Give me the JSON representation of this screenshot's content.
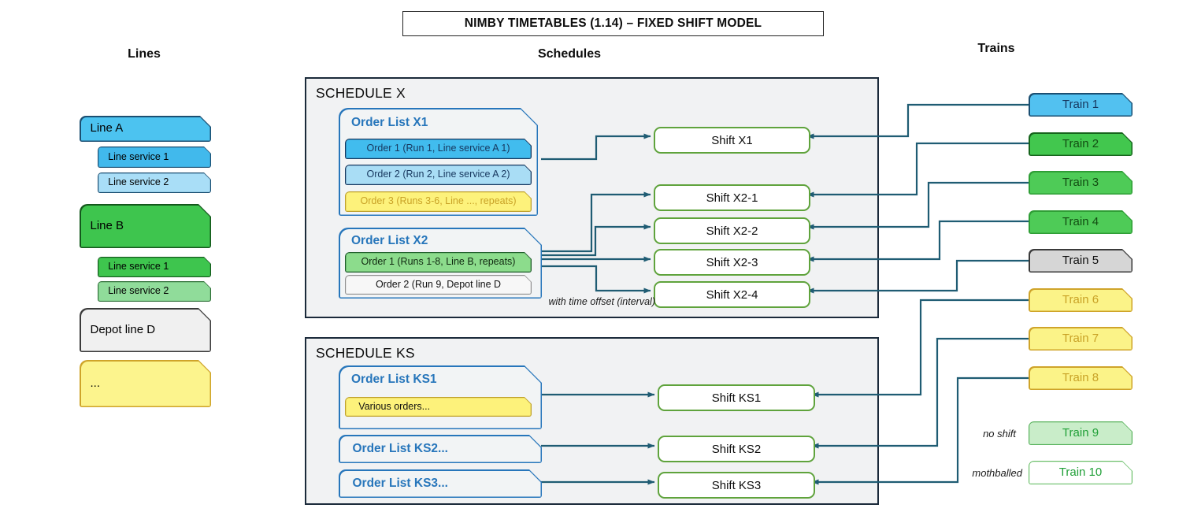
{
  "title": "NIMBY TIMETABLES (1.14) – FIXED SHIFT MODEL",
  "columns": {
    "lines": "Lines",
    "schedules": "Schedules",
    "trains": "Trains"
  },
  "palette": {
    "connector": "#1f5c73",
    "blue": "#4cc3f0",
    "blue_light": "#a9def7",
    "green": "#3ec54e",
    "green_light": "#90dc9a",
    "gray": "#d6d6d6",
    "yellow": "#fbf388",
    "yellow_text": "#c9a227",
    "shift_border": "#5fa33c",
    "order_list_blue": "#2776bb",
    "schedule_bg": "#f1f2f3",
    "mothballed_green": "#21a038",
    "navy_text": "#17375e"
  },
  "lines_panel": {
    "items": [
      {
        "label": "Line A",
        "color": "blue"
      },
      {
        "label": "Line service 1",
        "color": "blue"
      },
      {
        "label": "Line service 2",
        "color": "blue-light"
      },
      {
        "label": "Line B",
        "color": "green"
      },
      {
        "label": "Line service 1",
        "color": "green"
      },
      {
        "label": "Line service 2",
        "color": "green-light"
      },
      {
        "label": "Depot line D",
        "color": "gray"
      },
      {
        "label": "...",
        "color": "yellow"
      }
    ]
  },
  "schedule_x": {
    "title": "SCHEDULE X",
    "order_list_x1": {
      "title": "Order List X1",
      "orders": [
        {
          "label": "Order 1 (Run 1, Line service A 1)",
          "color": "blue"
        },
        {
          "label": "Order 2 (Run 2, Line service A 2)",
          "color": "blue-light"
        },
        {
          "label": "Order 3 (Runs 3-6, Line ..., repeats)",
          "color": "yellow"
        }
      ]
    },
    "order_list_x2": {
      "title": "Order List X2",
      "orders": [
        {
          "label": "Order 1 (Runs 1-8, Line B, repeats)",
          "color": "green"
        },
        {
          "label": "Order 2 (Run 9, Depot line D",
          "color": "gray"
        }
      ]
    },
    "caption": "with time offset (interval)",
    "shifts": [
      "Shift X1",
      "Shift X2-1",
      "Shift X2-2",
      "Shift X2-3",
      "Shift X2-4"
    ]
  },
  "schedule_ks": {
    "title": "SCHEDULE KS",
    "order_list_ks1": {
      "title": "Order List KS1",
      "orders": [
        {
          "label": "Various orders...",
          "color": "yellow"
        }
      ]
    },
    "order_list_ks2": {
      "title": "Order List KS2..."
    },
    "order_list_ks3": {
      "title": "Order List KS3..."
    },
    "shifts": [
      "Shift KS1",
      "Shift KS2",
      "Shift KS3"
    ]
  },
  "trains": {
    "items": [
      {
        "label": "Train 1",
        "color": "blue"
      },
      {
        "label": "Train 2",
        "color": "green-dark-border"
      },
      {
        "label": "Train 3",
        "color": "green"
      },
      {
        "label": "Train 4",
        "color": "green"
      },
      {
        "label": "Train 5",
        "color": "gray"
      },
      {
        "label": "Train 6",
        "color": "yellow"
      },
      {
        "label": "Train 7",
        "color": "yellow"
      },
      {
        "label": "Train 8",
        "color": "yellow"
      },
      {
        "label": "Train 9",
        "color": "light-green",
        "annotation": "no shift"
      },
      {
        "label": "Train 10",
        "color": "white-green",
        "annotation": "mothballed"
      }
    ]
  }
}
